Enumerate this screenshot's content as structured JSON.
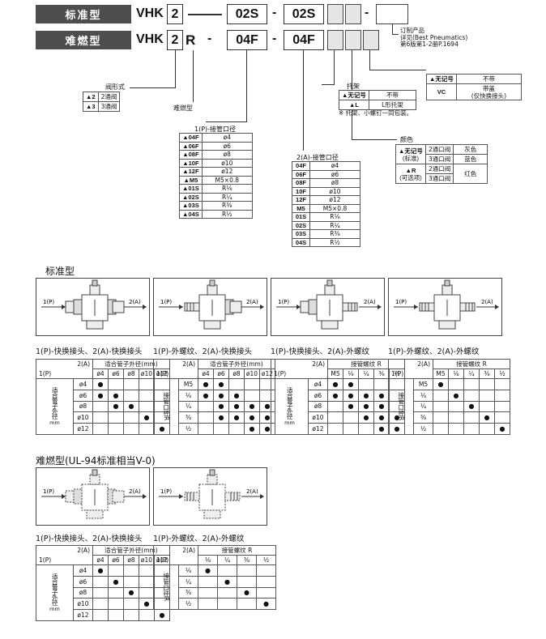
{
  "header": {
    "std_label": "标准型",
    "fr_label": "难燃型",
    "prefix": "VHK",
    "row1": {
      "valve": "2",
      "sep1": "——",
      "port1": "02S",
      "sep2": "-",
      "port2": "02S",
      "sep3": "-"
    },
    "row2": {
      "valve": "2",
      "model": "R",
      "sep1": "-",
      "port1": "04F",
      "sep2": "-",
      "port2": "04F",
      "sep3": "-"
    },
    "custom_note": [
      "订制产品",
      "详见(Best Pneumatics)",
      "第6版第1-2册P.1694"
    ]
  },
  "valve_type": {
    "title": "阀形式",
    "rows": [
      {
        "k": "▲2",
        "v": "2通阀"
      },
      {
        "k": "▲3",
        "v": "3通阀"
      }
    ]
  },
  "flame_label": "难燃型",
  "port1": {
    "title": "1(P)-接管口径",
    "rows": [
      {
        "k": "▲04F",
        "v": "ø4"
      },
      {
        "k": "▲06F",
        "v": "ø6"
      },
      {
        "k": "▲08F",
        "v": "ø8"
      },
      {
        "k": "▲10F",
        "v": "ø10"
      },
      {
        "k": "▲12F",
        "v": "ø12"
      },
      {
        "k": "▲M5",
        "v": "M5×0.8"
      },
      {
        "k": "▲01S",
        "v": "R⅛"
      },
      {
        "k": "▲02S",
        "v": "R¼"
      },
      {
        "k": "▲03S",
        "v": "R⅜"
      },
      {
        "k": "▲04S",
        "v": "R½"
      }
    ]
  },
  "port2": {
    "title": "2(A)-接管口径",
    "rows": [
      {
        "k": "04F",
        "v": "ø4"
      },
      {
        "k": "06F",
        "v": "ø6"
      },
      {
        "k": "08F",
        "v": "ø8"
      },
      {
        "k": "10F",
        "v": "ø10"
      },
      {
        "k": "12F",
        "v": "ø12"
      },
      {
        "k": "M5",
        "v": "M5×0.8"
      },
      {
        "k": "01S",
        "v": "R⅛"
      },
      {
        "k": "02S",
        "v": "R¼"
      },
      {
        "k": "03S",
        "v": "R⅜"
      },
      {
        "k": "04S",
        "v": "R½"
      }
    ]
  },
  "bracket": {
    "title": "托架",
    "rows": [
      {
        "k": "▲无记号",
        "v": "不带"
      },
      {
        "k": "▲L",
        "v": "L形托架"
      }
    ],
    "note": "※ 托架、小螺钉一同包装。"
  },
  "cover": {
    "rows": [
      {
        "k": "▲无记号",
        "v": "不带"
      },
      {
        "k": "VC",
        "v": "带盖\n(仅快换接头)"
      }
    ]
  },
  "color": {
    "title": "颜色",
    "r1k": "▲无记号",
    "r1k2": "(标准)",
    "r2k": "▲R",
    "r2k2": "(可选项)",
    "c1": "2通口阀",
    "c2": "3通口阀",
    "c3": "2通口阀",
    "c4": "3通口阀",
    "v1": "灰色",
    "v2": "蓝色",
    "v3": "红色"
  },
  "std_section": {
    "title": "标准型",
    "captions": [
      "1(P)-快换接头、2(A)-快换接头",
      "1(P)-外螺纹、2(A)-快换接头",
      "1(P)-快换接头、2(A)-外螺纹",
      "1(P)-外螺纹、2(A)-外螺纹"
    ],
    "port_in": "1(P)",
    "port_out": "2(A)"
  },
  "fr_section": {
    "title": "难燃型(UL-94标准相当V-0)",
    "captions": [
      "1(P)-快换接头、2(A)-快换接头",
      "1(P)-外螺纹、2(A)-外螺纹"
    ]
  },
  "matrix": {
    "corner_top": "2(A)",
    "corner_bottom": "1(P)",
    "tube_header": "适合管子外径(mm)",
    "thread_header": "接管螺纹 R",
    "tube_side": "适合管子外径",
    "tube_unit": "mm",
    "port_side": "接管口径R",
    "tube_cols": [
      "ø4",
      "ø6",
      "ø8",
      "ø10",
      "ø12"
    ],
    "thread_cols": [
      "M5",
      "⅛",
      "¼",
      "⅜",
      "½"
    ],
    "thread_cols4": [
      "⅛",
      "¼",
      "⅜",
      "½"
    ]
  }
}
